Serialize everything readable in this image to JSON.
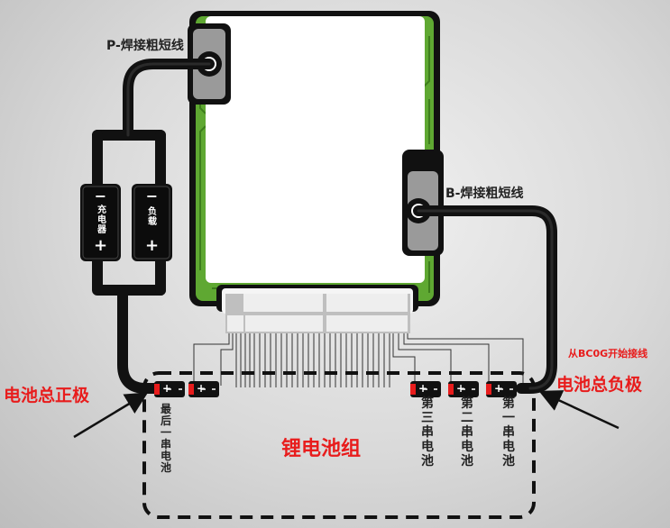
{
  "labels": {
    "p_wire": "P-焊接粗短线",
    "b_wire": "B-焊接粗短线",
    "pack_positive": "电池总正极",
    "pack_negative": "电池总负极",
    "start_note": "从BC0G开始接线",
    "pack_title": "锂电池组"
  },
  "devices": {
    "charger": {
      "minus": "−",
      "name": "充电器",
      "plus": "+"
    },
    "load": {
      "minus": "−",
      "name": "负载",
      "plus": "+"
    }
  },
  "cells": {
    "last": "最后一串电池",
    "third": "第三串电池",
    "second": "第二串电池",
    "first": "第一串电池"
  },
  "colors": {
    "board_green": "#5fa832",
    "wire_black": "#111111",
    "accent_red": "#e81c1c",
    "pad_gray": "#9a9a9a"
  }
}
